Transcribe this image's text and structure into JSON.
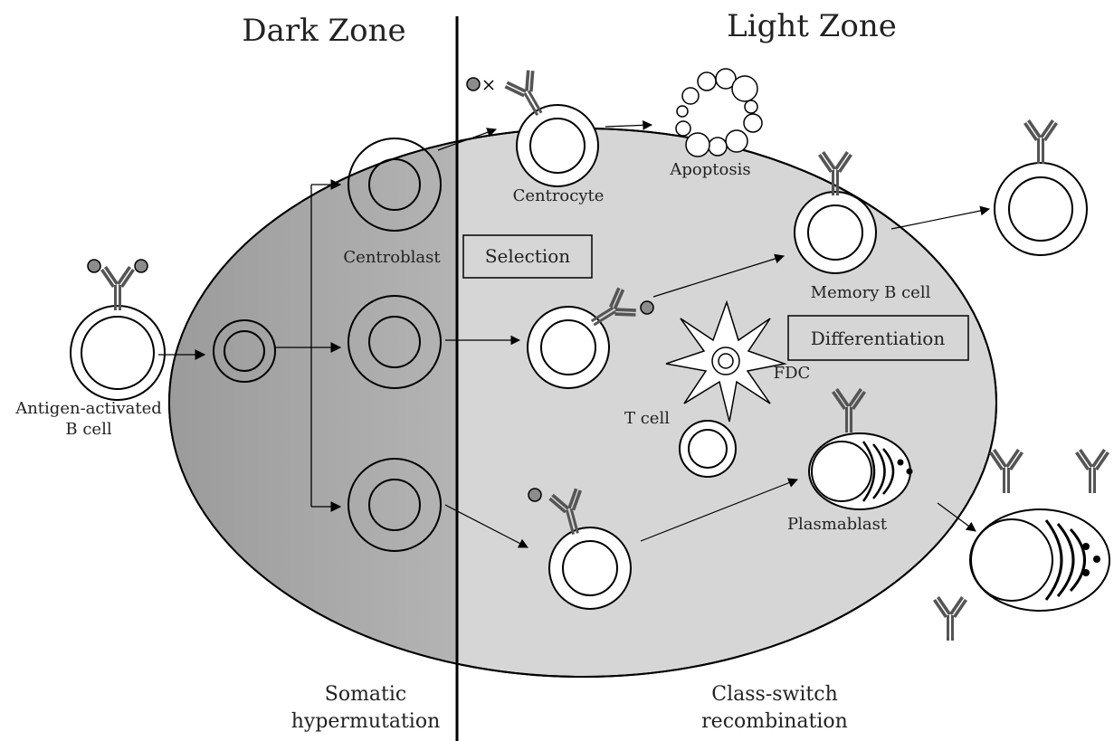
{
  "zones": {
    "dark": "Dark Zone",
    "light": "Light Zone"
  },
  "labels": {
    "antigen_line1": "Antigen-activated",
    "antigen_line2": "B cell",
    "centroblast": "Centroblast",
    "centrocyte": "Centrocyte",
    "apoptosis": "Apoptosis",
    "memory": "Memory B cell",
    "fdc": "FDC",
    "tcell": "T cell",
    "plasmablast": "Plasmablast"
  },
  "boxes": {
    "selection": "Selection",
    "differentiation": "Differentiation"
  },
  "processes": {
    "shm_line1": "Somatic",
    "shm_line2": "hypermutation",
    "csr_line1": "Class-switch",
    "csr_line2": "recombination"
  },
  "colors": {
    "ellipse_fill": "#d6d6d6",
    "dark_zone_gradient_end": "#9b9b9b",
    "antigen": "#8c8c8c",
    "antibody": "#555555"
  }
}
